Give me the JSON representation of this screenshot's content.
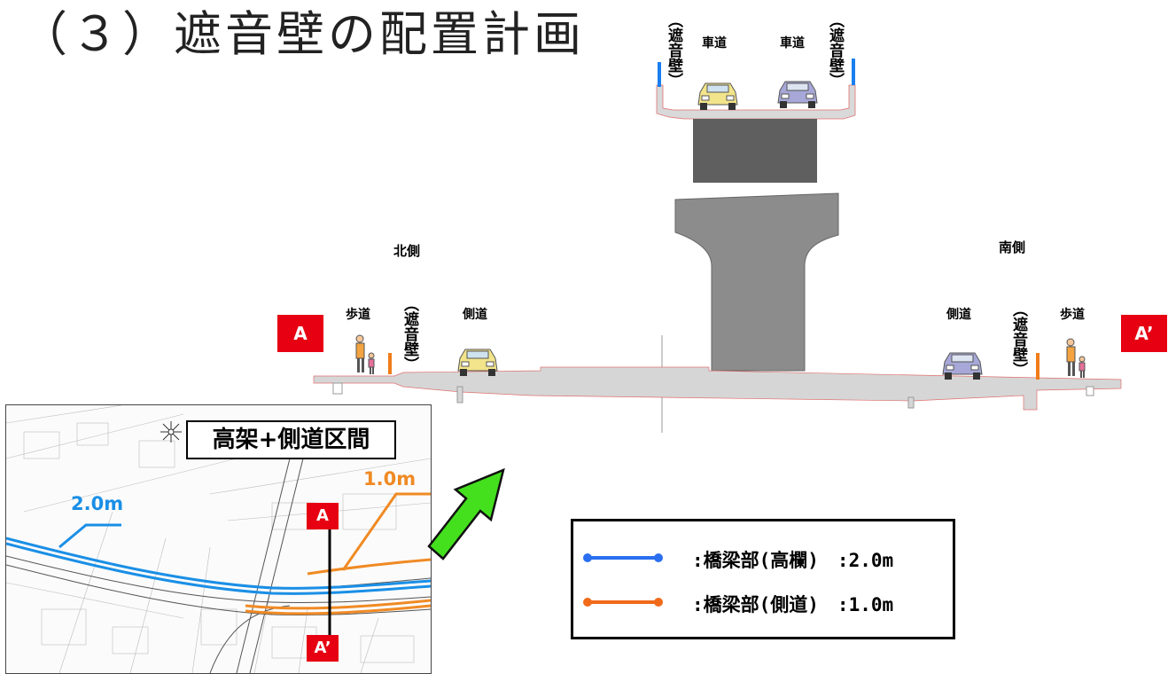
{
  "page": {
    "title": "（３）遮音壁の配置計画"
  },
  "section": {
    "upper": {
      "roadway_left": "車道",
      "roadway_right": "車道",
      "wall_left": "（遮音壁）",
      "wall_right": "（遮音壁）"
    },
    "north": {
      "heading": "北側",
      "sidewalk": "歩道",
      "wall": "（遮音壁）",
      "side_road": "側道",
      "marker": "A"
    },
    "south": {
      "heading": "南側",
      "sidewalk": "歩道",
      "wall": "（遮音壁）",
      "side_road": "側道",
      "marker": "A’"
    }
  },
  "map": {
    "title": "高架+側道区間",
    "blue_label": "2.0m",
    "orange_label": "1.0m",
    "marker_top": "A",
    "marker_bottom": "A’",
    "colors": {
      "blue": "#1a8fe6",
      "orange": "#f08a24",
      "arrow": "#44e01e"
    }
  },
  "legend": {
    "items": [
      {
        "text": ":橋梁部(高欄)　:2.0m",
        "color": "#2a6ff0"
      },
      {
        "text": ":橋梁部(側道)　:1.0m",
        "color": "#f06a1a"
      }
    ]
  },
  "icons": [
    "car-icon",
    "pedestrian-icon",
    "compass-icon",
    "arrow-icon"
  ]
}
